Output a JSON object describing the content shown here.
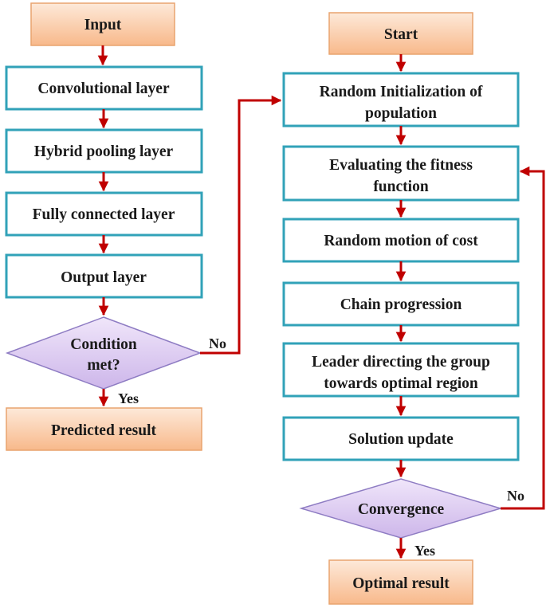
{
  "colors": {
    "process_border": "#31a2b8",
    "process_fill": "#ffffff",
    "terminal_fill_top": "#fde9d9",
    "terminal_fill_bottom": "#f8b98b",
    "terminal_border": "#e9a46f",
    "decision_fill_top": "#f0e6fa",
    "decision_fill_bottom": "#cdb6ea",
    "decision_border": "#8e7cc3",
    "arrow": "#c00000"
  },
  "left_flow": {
    "input": "Input",
    "convolutional_layer": "Convolutional layer",
    "hybrid_pooling_layer": "Hybrid pooling layer",
    "fully_connected_layer": "Fully connected layer",
    "output_layer": "Output layer",
    "condition_line1": "Condition",
    "condition_line2": "met?",
    "predicted_result": "Predicted result"
  },
  "right_flow": {
    "start": "Start",
    "random_init_line1": "Random Initialization of",
    "random_init_line2": "population",
    "evaluate_line1": "Evaluating the fitness",
    "evaluate_line2": "function",
    "random_motion": "Random motion of cost",
    "chain_progression": "Chain progression",
    "leader_line1": "Leader directing the group",
    "leader_line2": "towards optimal  region",
    "solution_update": "Solution update",
    "convergence": "Convergence",
    "optimal_result": "Optimal result"
  },
  "edge_labels": {
    "condition_no": "No",
    "condition_yes": "Yes",
    "convergence_no": "No",
    "convergence_yes": "Yes"
  }
}
